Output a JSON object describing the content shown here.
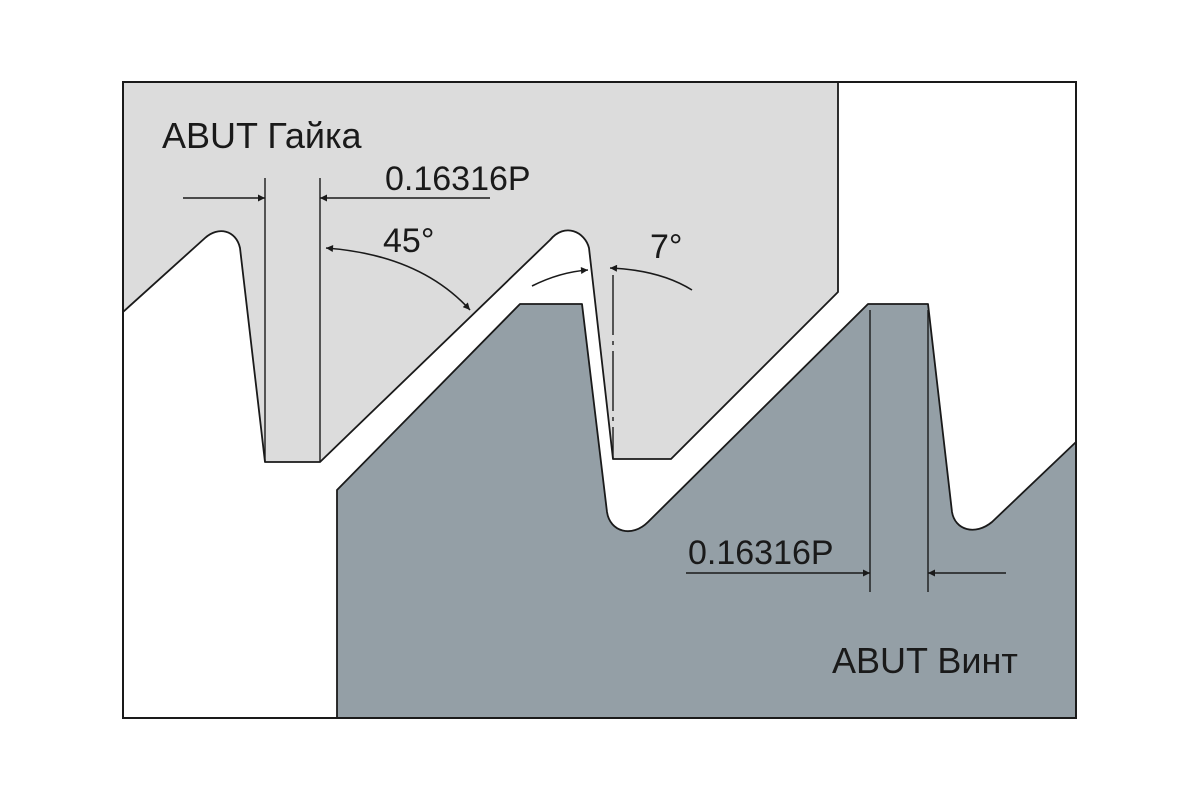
{
  "labels": {
    "nut_title": "ABUT Гайка",
    "screw_title": "ABUT Винт",
    "nut_dimension": "0.16316P",
    "screw_dimension": "0.16316P",
    "angle_large": "45°",
    "angle_small": "7°"
  },
  "colors": {
    "nut_fill": "#dcdcdc",
    "screw_fill": "#949fa6",
    "outline": "#1a1a1a",
    "background": "#ffffff"
  }
}
